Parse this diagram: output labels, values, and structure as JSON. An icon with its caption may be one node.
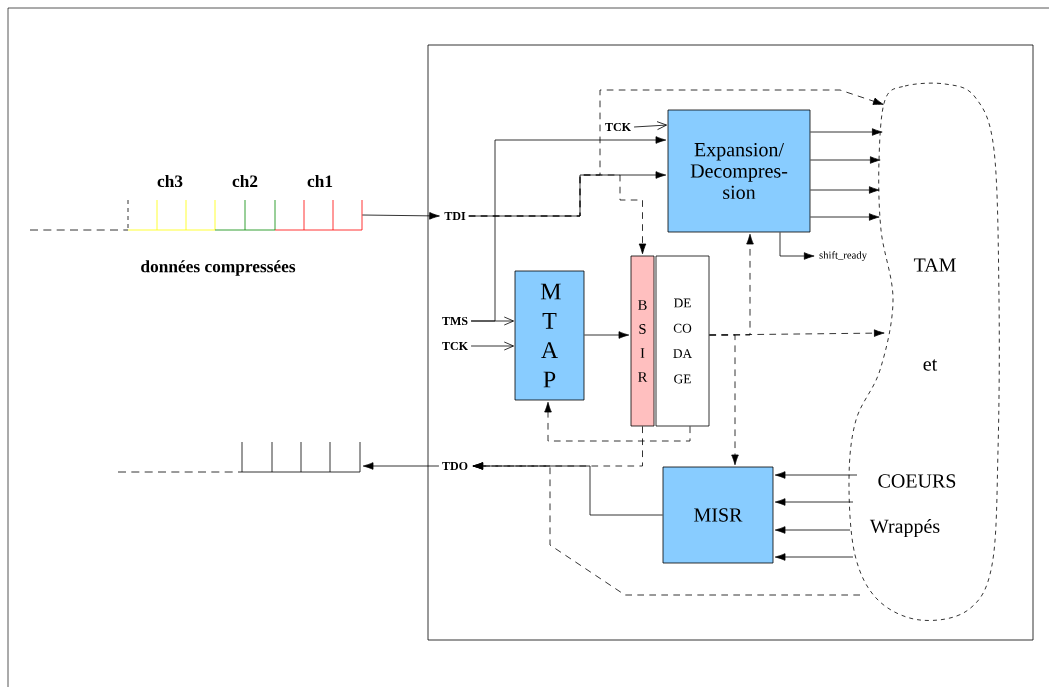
{
  "diagram": {
    "nodes": [
      {
        "text": [],
        "shape": "box"
      },
      {
        "text": [],
        "shape": "register"
      },
      {
        "text": [
          "TDI"
        ],
        "in": 0
      },
      {
        "text": [
          "TCK"
        ],
        "in": 0
      },
      {
        "text": [
          "Expansion/ Decompres- sion"
        ],
        "in": 0
      },
      {
        "text": [
          "shift_ready"
        ],
        "in": 0
      },
      {
        "text": [
          "TMS"
        ],
        "in": 0
      },
      {
        "text": [
          "TCK"
        ],
        "in": 0
      },
      {
        "text": [
          "M T A P"
        ],
        "in": 0
      },
      {
        "text": [
          "B S I R"
        ],
        "in": 0
      },
      {
        "text": [
          "DE CO DA GE"
        ],
        "in": 0
      },
      {
        "text": [
          "TDO"
        ],
        "in": 0
      },
      {
        "text": [],
        "shape": "register"
      },
      {
        "text": [
          "MISR"
        ],
        "in": 0
      },
      {
        "text": [
          "TAM",
          "et",
          "COEURS",
          "Wrappés"
        ],
        "in": 0
      }
    ],
    "edges": [
      {
        "from": 1,
        "to": 2,
        "arrow": "to"
      },
      {
        "from": 2,
        "to": 4,
        "arrow": "to"
      },
      {
        "from": 6,
        "to": 4,
        "arrow": "to"
      },
      {
        "from": 6,
        "to": 8,
        "arrow": "to"
      },
      {
        "from": 3,
        "to": 4,
        "arrow": "to"
      },
      {
        "from": 7,
        "to": 8,
        "arrow": "to"
      },
      {
        "from": 8,
        "to": 9,
        "arrow": "to"
      },
      {
        "from": 2,
        "to": 14,
        "arrow": "to",
        "style": "dashed"
      },
      {
        "from": 2,
        "to": 9,
        "arrow": "to",
        "style": "dashed"
      },
      {
        "from": 4,
        "to": 14,
        "arrow": "to"
      },
      {
        "from": 4,
        "to": 14,
        "arrow": "to"
      },
      {
        "from": 4,
        "to": 14,
        "arrow": "to"
      },
      {
        "from": 4,
        "to": 14,
        "arrow": "to"
      },
      {
        "from": 4,
        "to": 5,
        "arrow": "to"
      },
      {
        "from": 10,
        "to": 14,
        "arrow": "to",
        "style": "dashed"
      },
      {
        "from": 10,
        "to": 4,
        "arrow": "to",
        "style": "dashed"
      },
      {
        "from": 10,
        "to": 13,
        "arrow": "to",
        "style": "dashed"
      },
      {
        "from": 10,
        "to": 8,
        "arrow": "to",
        "style": "dashed"
      },
      {
        "from": 9,
        "to": 11,
        "arrow": "to",
        "style": "dashed"
      },
      {
        "from": 13,
        "to": 11,
        "arrow": "to"
      },
      {
        "from": 14,
        "to": 11,
        "arrow": "to",
        "style": "dashed"
      },
      {
        "from": 14,
        "to": 13,
        "arrow": "to"
      },
      {
        "from": 14,
        "to": 13,
        "arrow": "to"
      },
      {
        "from": 14,
        "to": 13,
        "arrow": "to"
      },
      {
        "from": 14,
        "to": 13,
        "arrow": "to"
      },
      {
        "from": 11,
        "to": 12,
        "arrow": "to"
      }
    ],
    "labels": [
      "ch3",
      "ch2",
      "ch1",
      "données compressées"
    ]
  }
}
